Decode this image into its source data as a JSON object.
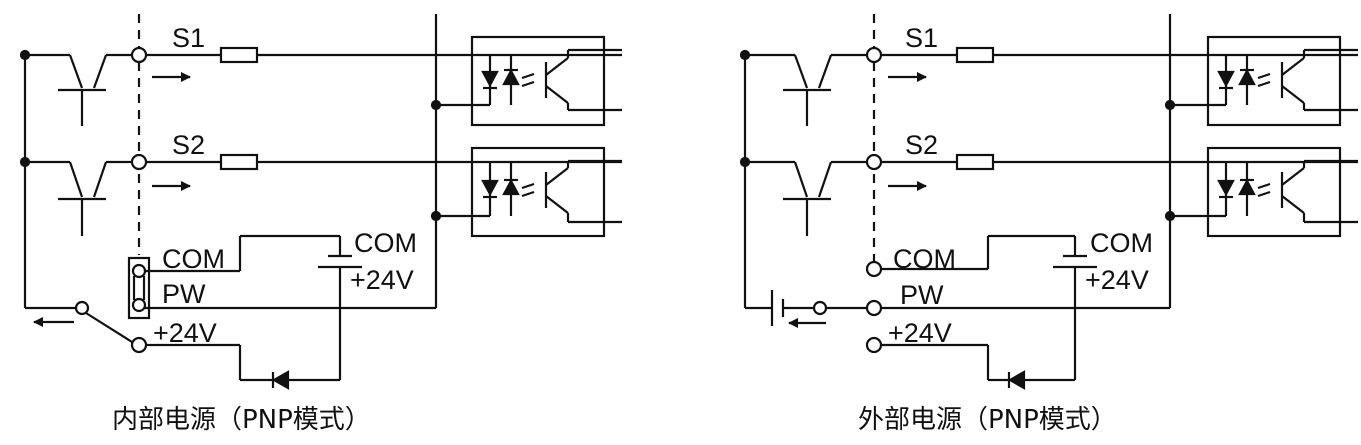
{
  "left_panel": {
    "caption": "内部电源（PNP模式）",
    "labels": {
      "s1": "S1",
      "s2": "S2",
      "com_terminal": "COM",
      "pw_terminal": "PW",
      "plus24v_terminal": "+24V",
      "supply_com": "COM",
      "supply_plus24v": "+24V"
    }
  },
  "right_panel": {
    "caption": "外部电源（PNP模式）",
    "labels": {
      "s1": "S1",
      "s2": "S2",
      "com_terminal": "COM",
      "pw_terminal": "PW",
      "plus24v_terminal": "+24V",
      "supply_com": "COM",
      "supply_plus24v": "+24V"
    }
  }
}
